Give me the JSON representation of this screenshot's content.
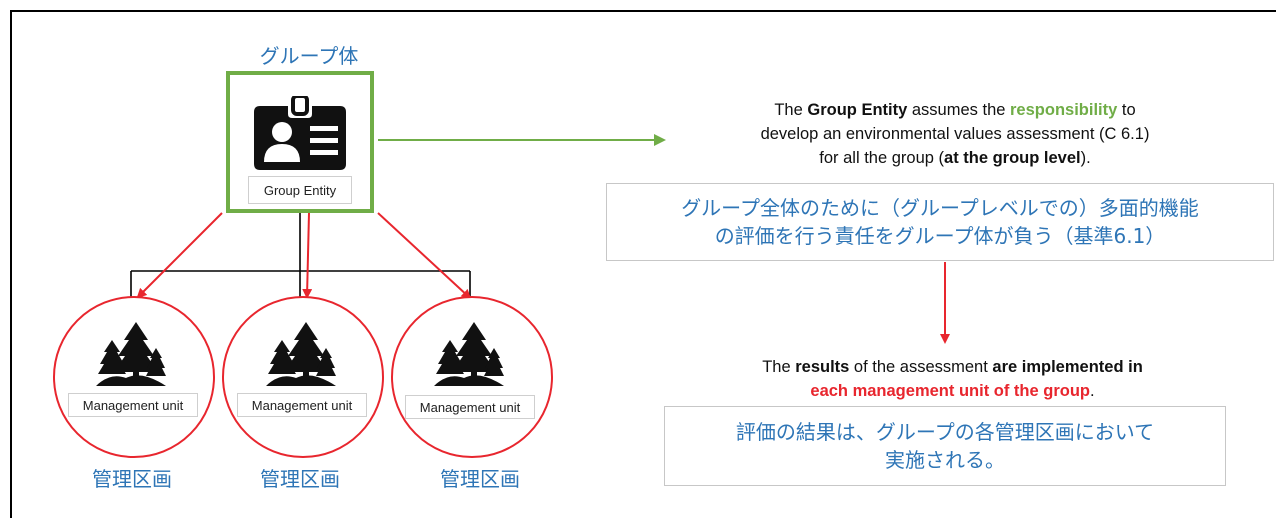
{
  "group": {
    "label_jp": "グループ体",
    "tag": "Group Entity",
    "badge_icon": "id-badge-icon"
  },
  "units": [
    {
      "tag": "Management unit",
      "label_jp": "管理区画",
      "icon": "forest-icon"
    },
    {
      "tag": "Management unit",
      "label_jp": "管理区画",
      "icon": "forest-icon"
    },
    {
      "tag": "Management unit",
      "label_jp": "管理区画",
      "icon": "forest-icon"
    }
  ],
  "statement1": {
    "line1_pre": "The ",
    "line1_bold": "Group Entity",
    "line1_mid": " assumes the ",
    "line1_green": "responsibility",
    "line1_post": " to",
    "line2": "develop an environmental  values assessment (C 6.1)",
    "line3_pre": "for all the group (",
    "line3_bold": "at the group level",
    "line3_post": ").",
    "jp_line1": "グループ全体のために（グループレベルでの）多面的機能",
    "jp_line2": "の評価を行う責任をグループ体が負う（基準6.1）"
  },
  "statement2": {
    "line1_pre": "The ",
    "line1_bold1": "results",
    "line1_mid": " of the assessment ",
    "line1_bold2": "are implemented in",
    "line2_red": "each management unit of the group",
    "line2_post": ".",
    "jp_line1": "評価の結果は、グループの各管理区画において",
    "jp_line2": "実施される。"
  },
  "colors": {
    "group_border": "#70ad47",
    "unit_border": "#e8262e",
    "arrow_red": "#e8262e",
    "arrow_green": "#70ad47",
    "jp_text": "#2e75b6"
  }
}
